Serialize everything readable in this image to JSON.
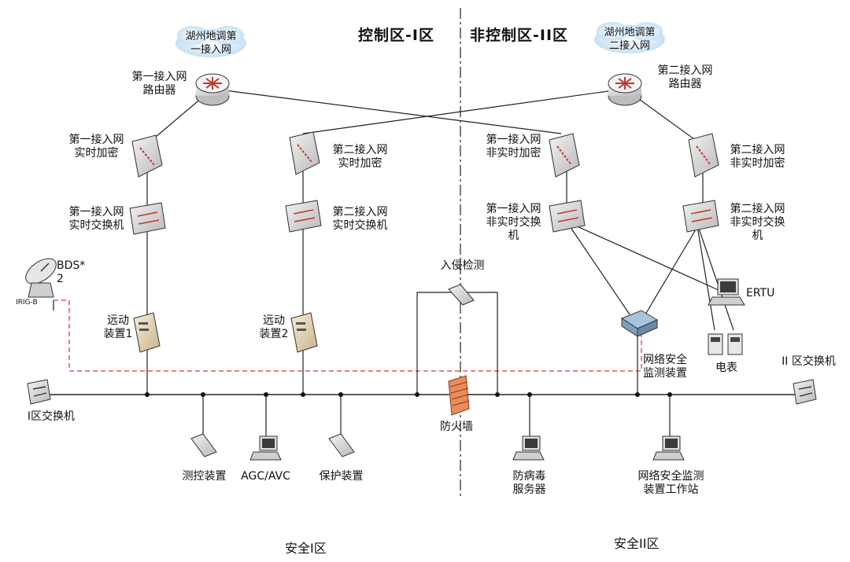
{
  "zones": {
    "left": "控制区-I区",
    "right": "非控制区-II区"
  },
  "areas": {
    "left": "安全I区",
    "right": "安全II区"
  },
  "clouds": {
    "first": "湖州地调第\n一接入网",
    "second": "湖州地调第\n二接入网"
  },
  "labels": {
    "router1": "第一接入网\n路由器",
    "router2": "第二接入网\n路由器",
    "enc_rt1": "第一接入网\n实时加密",
    "enc_rt2": "第二接入网\n实时加密",
    "enc_nrt1": "第一接入网\n非实时加密",
    "enc_nrt2": "第二接入网\n非实时加密",
    "sw_rt1": "第一接入网\n实时交换机",
    "sw_rt2": "第二接入网\n实时交换机",
    "sw_nrt1": "第一接入网\n非实时交换\n机",
    "sw_nrt2": "第二接入网\n非实时交换\n机",
    "bds": "BDS*\n2",
    "irig": "IRIG-B",
    "rtu1": "远动\n装置1",
    "rtu2": "远动\n装置2",
    "ids": "入侵检测",
    "ertu": "ERTU",
    "netsec": "网络安全\n监测装置",
    "meter": "电表",
    "sw_zone2": "II 区交换机",
    "sw_zone1": "I区交换机",
    "firewall": "防火墙",
    "measure": "测控装置",
    "agc": "AGC/AVC",
    "protect": "保护装置",
    "antivirus": "防病毒\n服务器",
    "netsec_ws": "网络安全监测\n装置工作站"
  },
  "colors": {
    "line": "#222222",
    "dashed_link": "#e23a3a",
    "firewall": "#e98b5a",
    "device": "#d9d9d9"
  }
}
